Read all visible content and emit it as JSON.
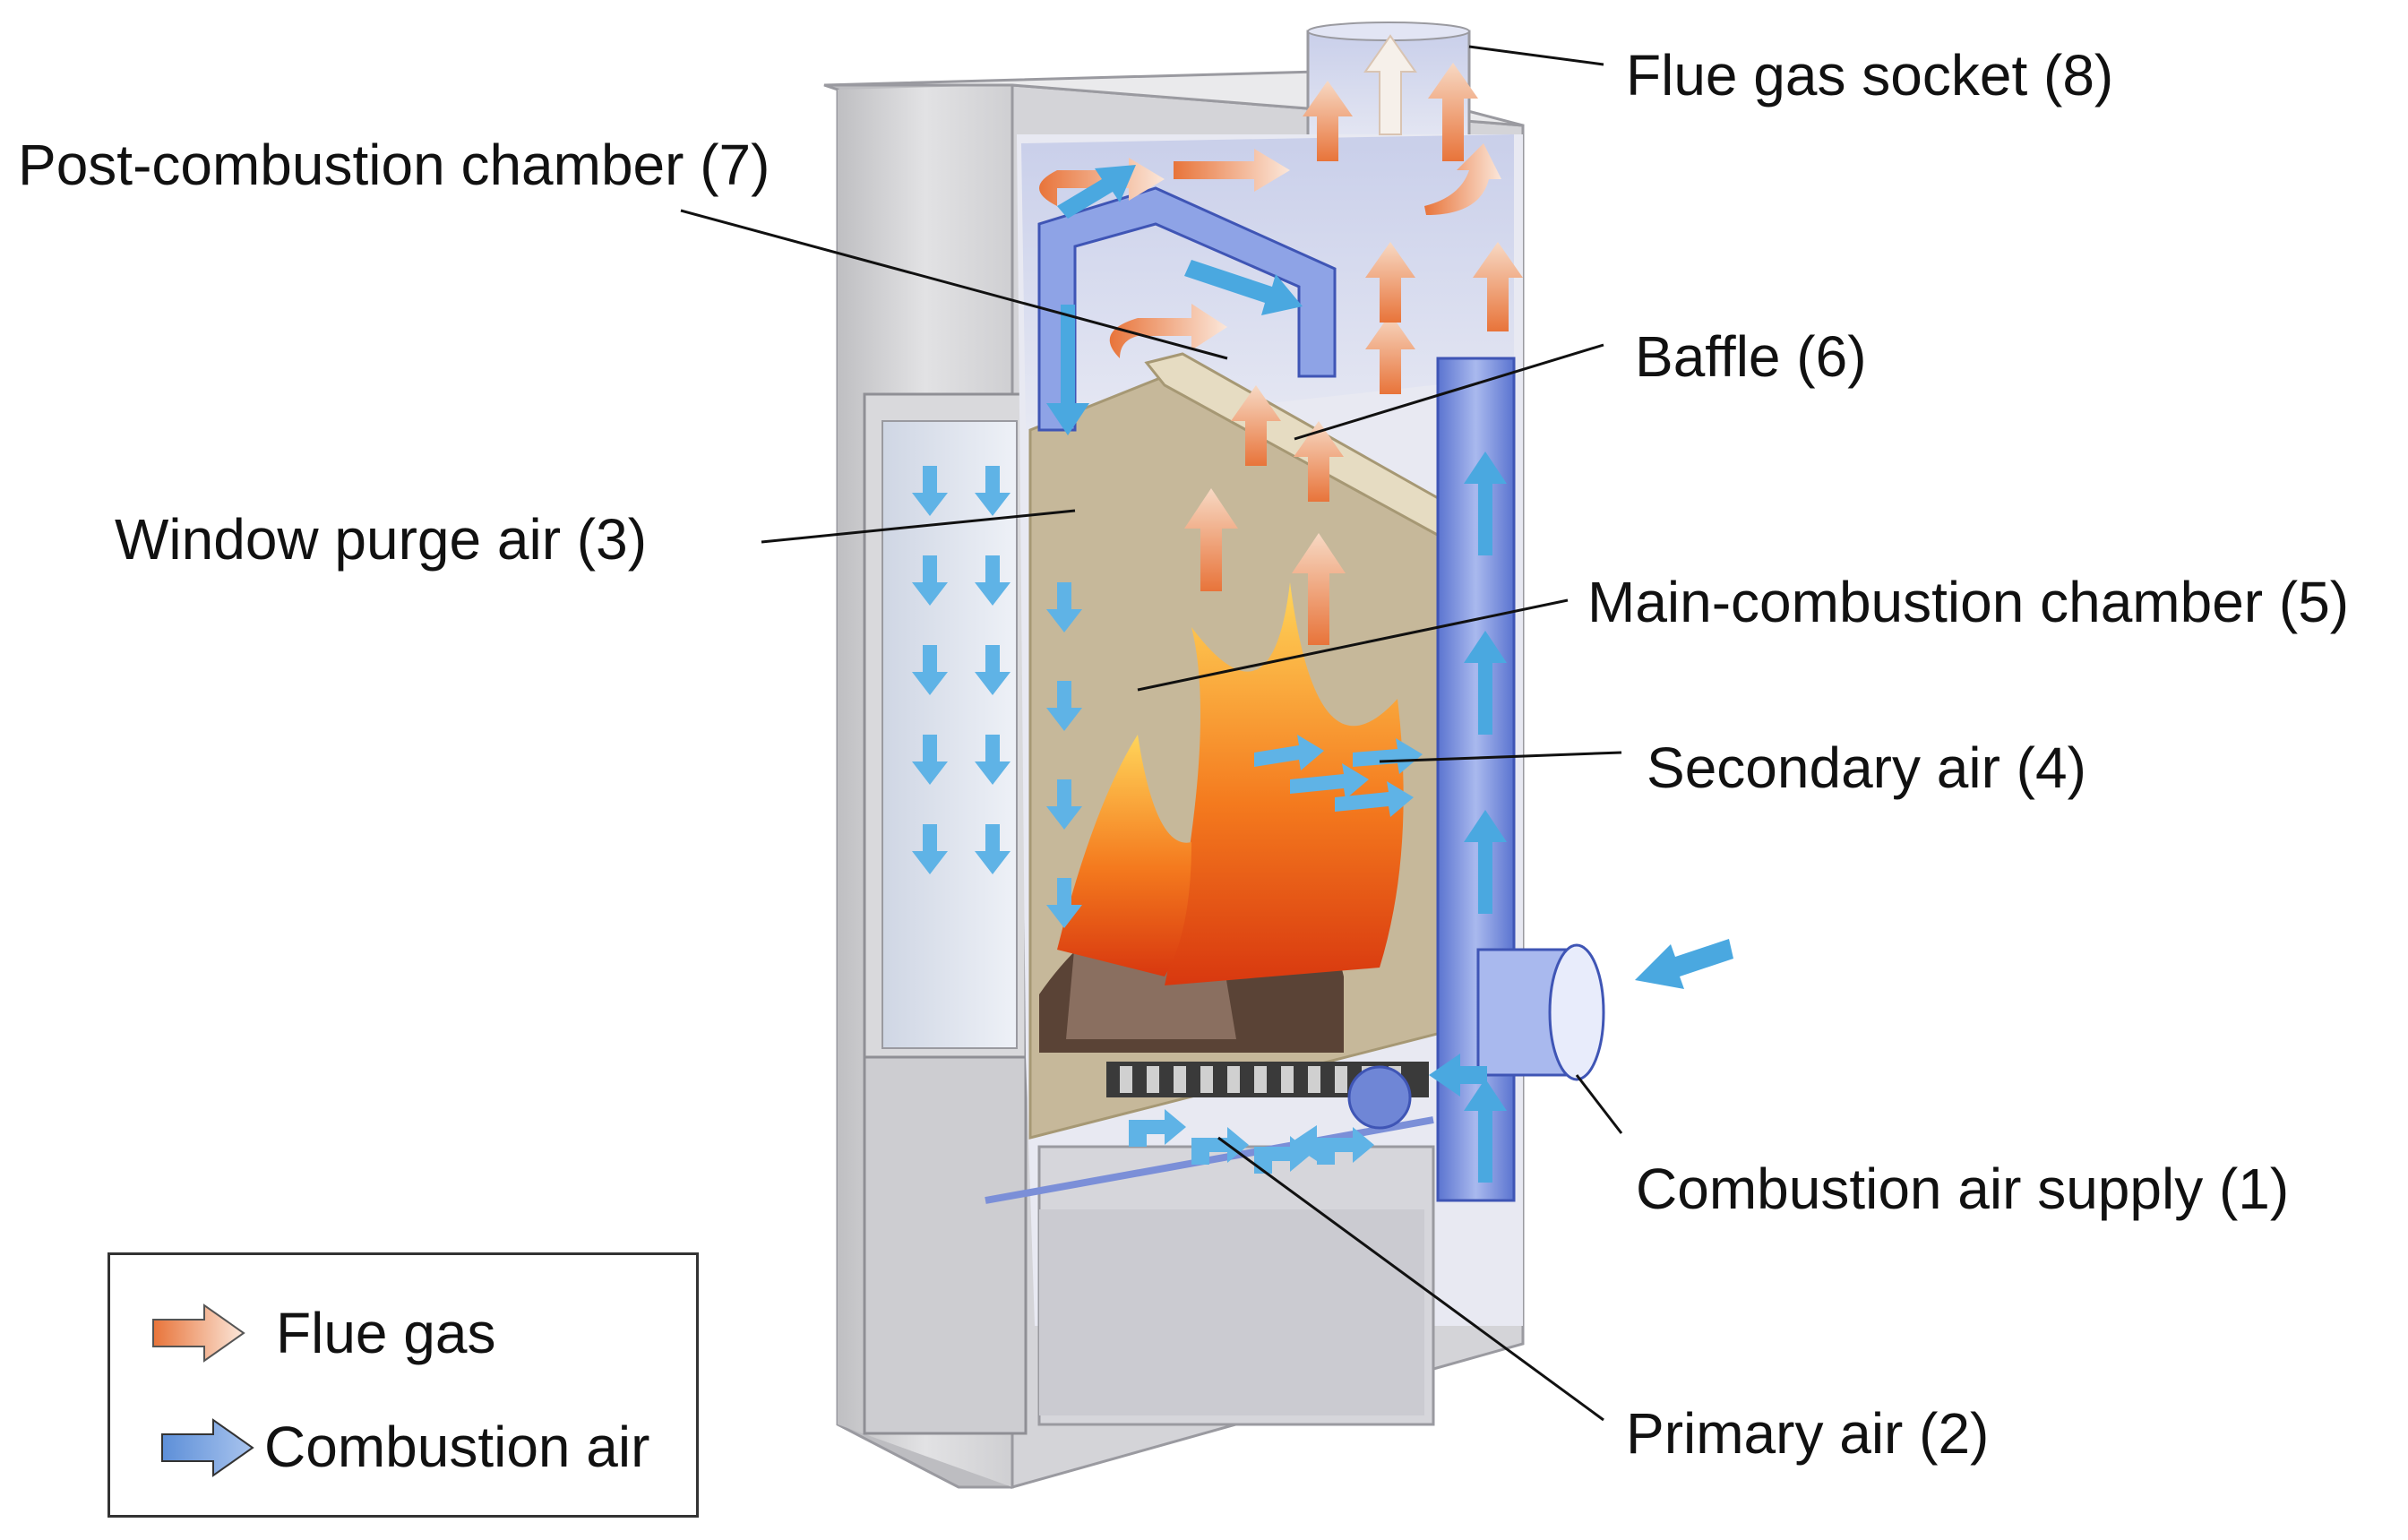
{
  "labels": {
    "flue_gas_socket": "Flue gas socket (8)",
    "post_combustion_chamber": "Post-combustion chamber (7)",
    "baffle": "Baffle (6)",
    "window_purge_air": "Window purge air (3)",
    "main_combustion_chamber": "Main-combustion chamber (5)",
    "secondary_air": "Secondary air (4)",
    "combustion_air_supply": "Combustion air supply (1)",
    "primary_air": "Primary air (2)"
  },
  "legend": {
    "flue_gas": "Flue gas",
    "combustion_air": "Combustion air"
  },
  "colors": {
    "flue_gas": "#e8743a",
    "combustion_air": "#4aa8e0",
    "stove_body": "#c9c9cc",
    "chamber_lining": "#cbbd9e",
    "flame": "#f26a1b",
    "air_duct": "#6f86d6"
  }
}
